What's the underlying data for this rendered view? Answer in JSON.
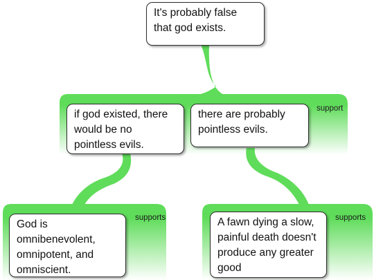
{
  "root": {
    "text": "It's probably false that god exists."
  },
  "groups": [
    {
      "label": "support",
      "premises": [
        {
          "text": "if god existed, there would be no pointless evils."
        },
        {
          "text": "there are probably pointless evils."
        }
      ]
    },
    {
      "label": "supports",
      "premises": [
        {
          "text": "God is omnibenevolent, omnipotent, and omniscient."
        }
      ]
    },
    {
      "label": "supports",
      "premises": [
        {
          "text": "A fawn dying a slow, painful death doesn't produce any greater good"
        }
      ]
    }
  ],
  "colors": {
    "link_green": "#5fdc5a",
    "fade": "#ffffff",
    "border": "#2b2b2b"
  }
}
